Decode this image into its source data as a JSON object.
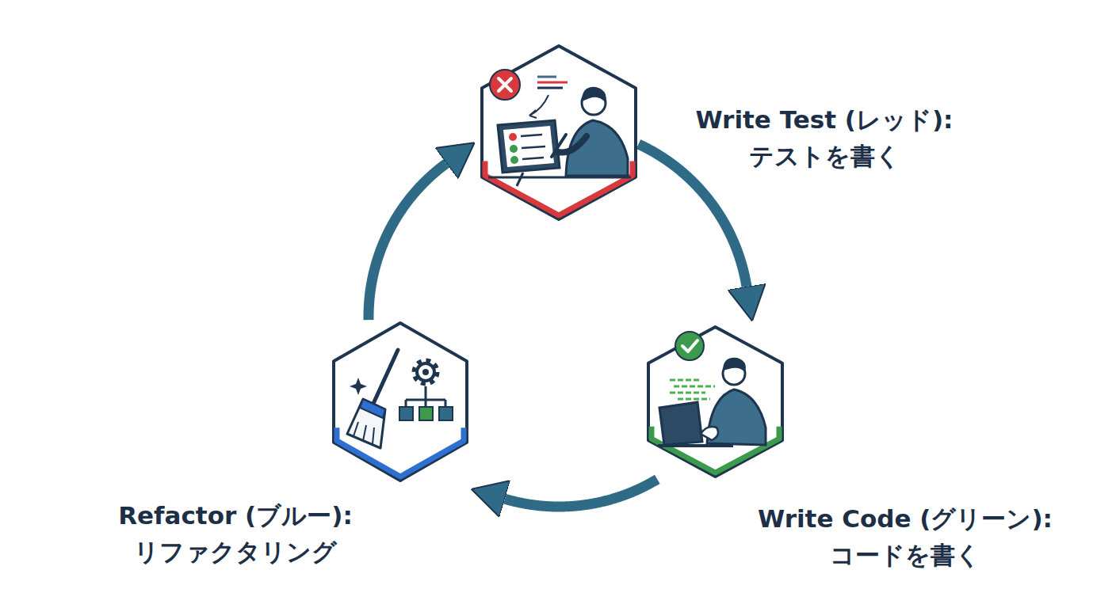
{
  "diagram": {
    "nodes": [
      {
        "text": [
          "Write Test (レッド):",
          "テストを書く"
        ]
      },
      {
        "text": [
          "Write Code (グリーン):",
          "コードを書く"
        ]
      },
      {
        "text": [
          "Refactor (ブルー):",
          "リファクタリング"
        ]
      }
    ],
    "edges": [
      {
        "from": 0,
        "to": 1,
        "arrow": "to"
      },
      {
        "from": 1,
        "to": 2,
        "arrow": "to"
      },
      {
        "from": 2,
        "to": 0,
        "arrow": "to"
      }
    ]
  }
}
